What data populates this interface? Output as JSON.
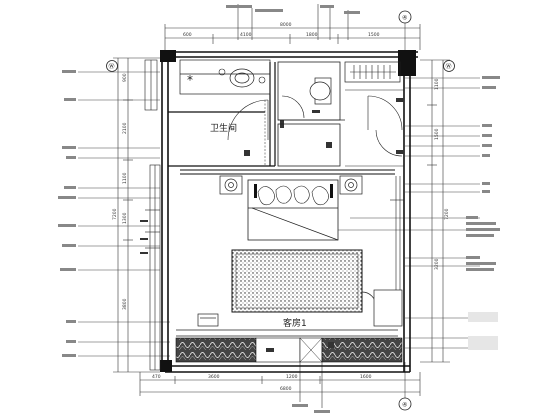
{
  "rooms": {
    "toilet_label": "卫生间",
    "bedroom_label": "客房1"
  },
  "axes": {
    "top_right": "④",
    "left_top": "Ⓦ",
    "right_top": "Ⓦ",
    "bottom_right": "④"
  },
  "dimensions": {
    "top": [
      "600",
      "4100",
      "1800",
      "1500"
    ],
    "top_total": "8000",
    "bottom": [
      "470",
      "3600",
      "1200",
      "1600"
    ],
    "bottom_total": "6800",
    "left": [
      "900",
      "2100",
      "1100",
      "1300",
      "3800"
    ],
    "left_total": "7200",
    "right": [
      "1100",
      "1500",
      "3200"
    ],
    "right_total": "7200"
  }
}
